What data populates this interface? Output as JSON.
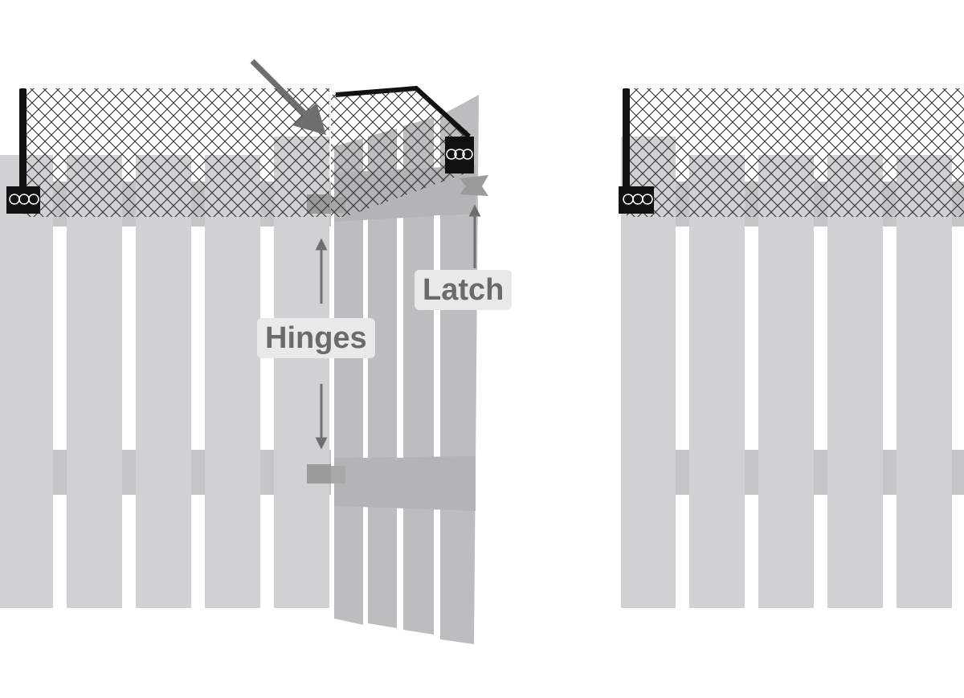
{
  "diagram": {
    "labels": {
      "hinges": "Hinges",
      "latch": "Latch"
    },
    "colors": {
      "board": "#d0d1d3",
      "gate_board": "#bcbdbf",
      "rail": "#c4c5c7",
      "hinge": "#9b9b9b",
      "arrow": "#6e6e6e",
      "mesh": "#3a3a3a",
      "post": "#111111"
    },
    "icons": [
      "chain-link-mesh",
      "fence-post-icon",
      "tension-bracket-icon",
      "hinge-icon",
      "latch-icon",
      "pointer-arrow-icon"
    ]
  }
}
